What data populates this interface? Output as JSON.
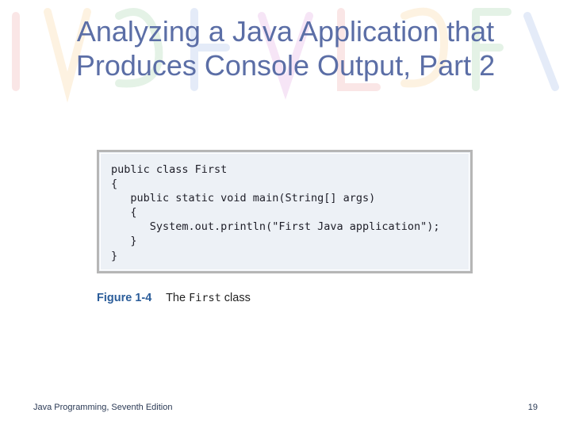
{
  "slide": {
    "title_line1": "Analyzing a Java Application that",
    "title_line2": "Produces Console Output, Part 2"
  },
  "figure": {
    "code_lines": [
      [
        "public class First"
      ],
      [
        "{"
      ],
      [
        "   public static void main(String[] args)"
      ],
      [
        "   {"
      ],
      [
        "      System.out.println(\"First Java application\");"
      ],
      [
        "   }"
      ],
      [
        "}"
      ]
    ],
    "caption_number": "Figure 1-4",
    "caption_the": "The",
    "caption_code": "First",
    "caption_rest": "class"
  },
  "footer": {
    "book": "Java Programming, Seventh Edition",
    "page": "19"
  },
  "colors": {
    "title": "#5b6ea6",
    "code_background": "#edf1f6",
    "code_border": "#b6b6b6",
    "figure_number": "#2b5d9a"
  }
}
